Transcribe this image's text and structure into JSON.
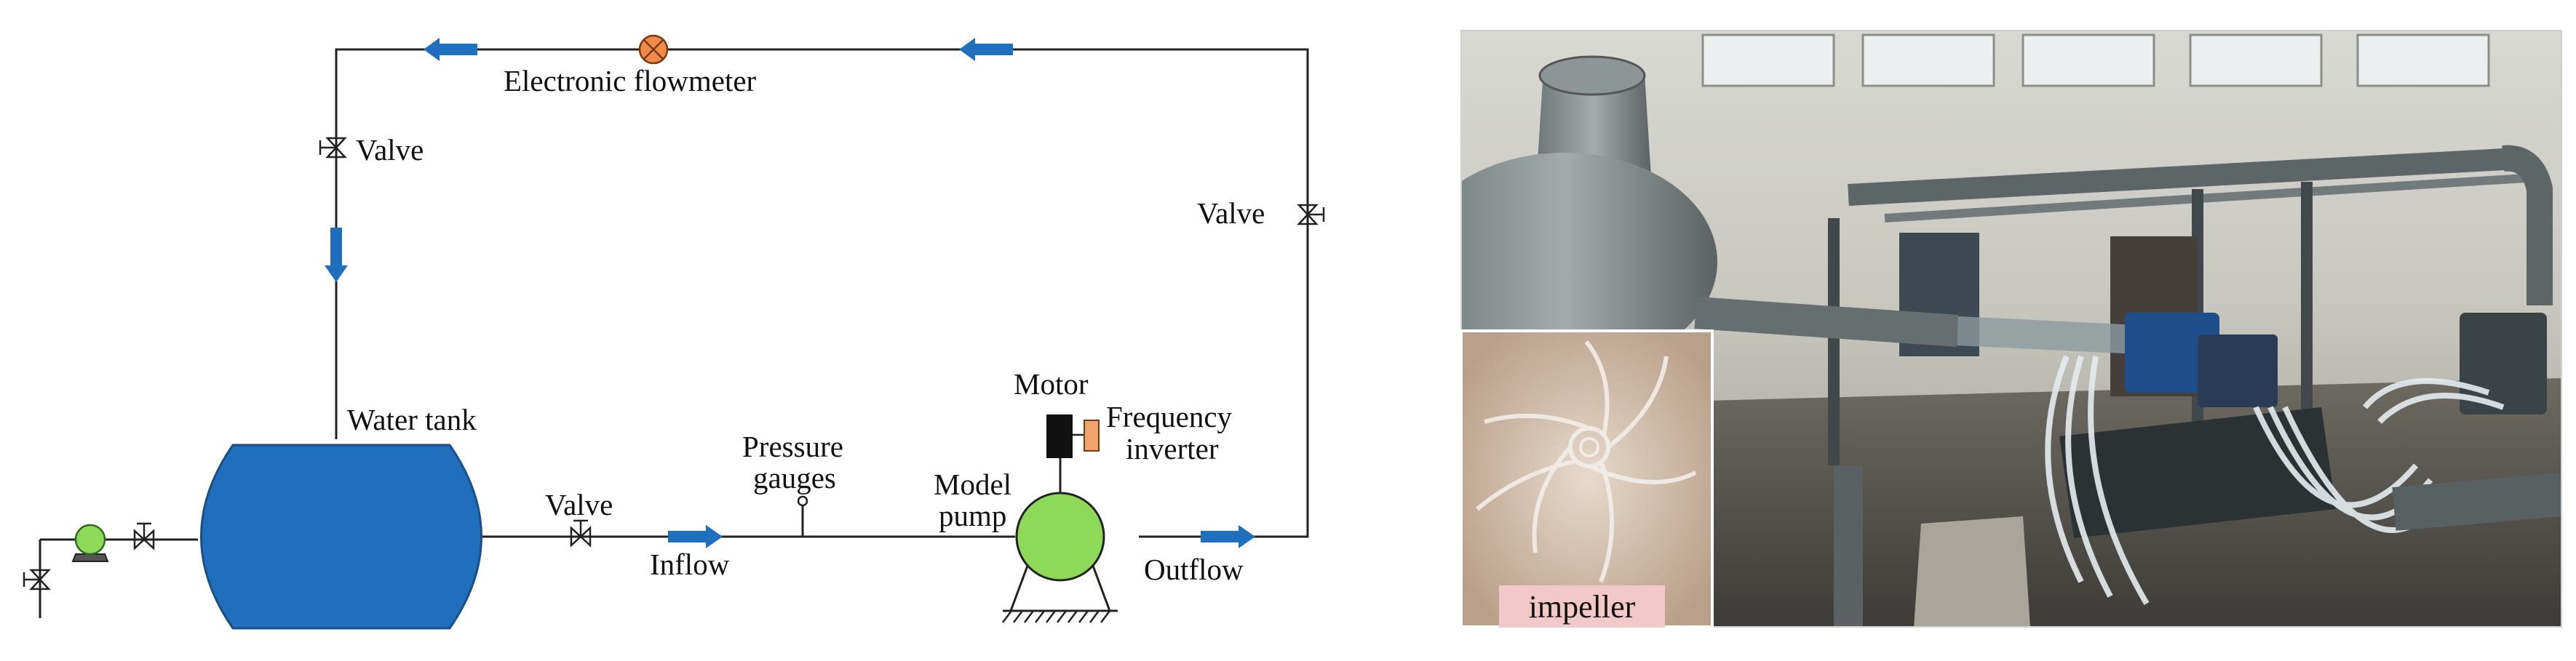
{
  "diagram": {
    "labels": {
      "electronic_flowmeter": "Electronic flowmeter",
      "valve_top_left": "Valve",
      "valve_right": "Valve",
      "valve_bottom": "Valve",
      "water_tank": "Water tank",
      "pressure_gauges_line1": "Pressure",
      "pressure_gauges_line2": "gauges",
      "motor": "Motor",
      "frequency_line1": "Frequency",
      "frequency_line2": "inverter",
      "model_line1": "Model",
      "model_line2": "pump",
      "inflow": "Inflow",
      "outflow": "Outflow"
    },
    "colors": {
      "pipe": "#222222",
      "tank": "#1f6fbd",
      "arrow": "#1f6fbd",
      "pump": "#8ed95a",
      "flowmeter": "#f08b4a",
      "motor": "#111111",
      "inverter": "#f0a36c"
    }
  },
  "photo": {
    "inset_label": "impeller",
    "label_bg": "#f2c8c8"
  }
}
